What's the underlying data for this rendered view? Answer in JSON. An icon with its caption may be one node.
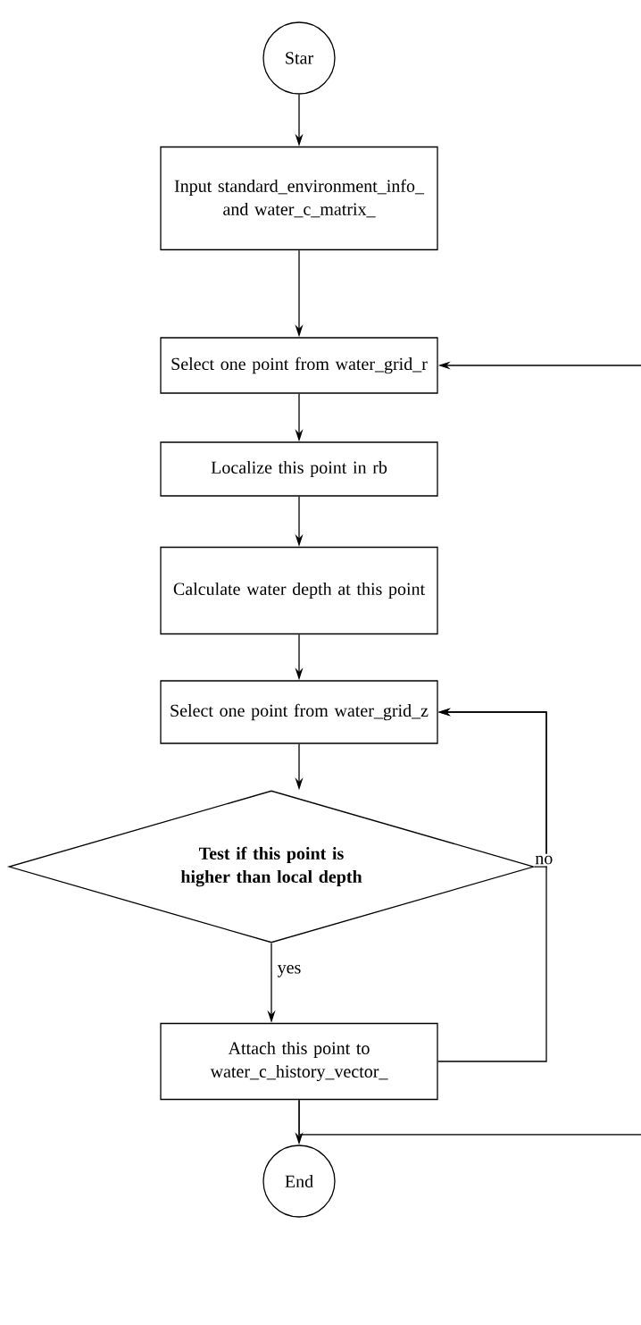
{
  "diagram": {
    "nodes": [
      {
        "text": [
          "Star"
        ]
      },
      {
        "text": [
          "Input standard_environment_info_ and water_c_matrix_"
        ]
      },
      {
        "text": [
          "Select one point from water_grid_r"
        ]
      },
      {
        "text": [
          "Localize this point in rb"
        ]
      },
      {
        "text": [
          "Calculate water depth at this point"
        ]
      },
      {
        "text": [
          "Select one point from water_grid_z"
        ]
      },
      {
        "text": [
          "Test if this point is higher than local depth"
        ]
      },
      {
        "text": [
          "Attach this point to water_c_history_vector_"
        ]
      },
      {
        "text": [
          "End"
        ]
      }
    ],
    "edges": [
      {
        "from": 0,
        "to": 1,
        "arrow": "to"
      },
      {
        "from": 1,
        "to": 2,
        "arrow": "to"
      },
      {
        "from": 2,
        "to": 3,
        "arrow": "to"
      },
      {
        "from": 3,
        "to": 4,
        "arrow": "to"
      },
      {
        "from": 4,
        "to": 5,
        "arrow": "to"
      },
      {
        "from": 5,
        "to": 6,
        "arrow": "to"
      },
      {
        "from": 6,
        "to": 7,
        "arrow": "to",
        "label": "yes"
      },
      {
        "from": 6,
        "to": 5,
        "arrow": "to",
        "label": "no"
      },
      {
        "from": 7,
        "to": 5,
        "arrow": "to"
      },
      {
        "from": 7,
        "to": 8,
        "arrow": "to"
      },
      {
        "from": 7,
        "to": null,
        "arrow": "none"
      },
      {
        "from": null,
        "to": 2,
        "arrow": "to"
      }
    ]
  }
}
